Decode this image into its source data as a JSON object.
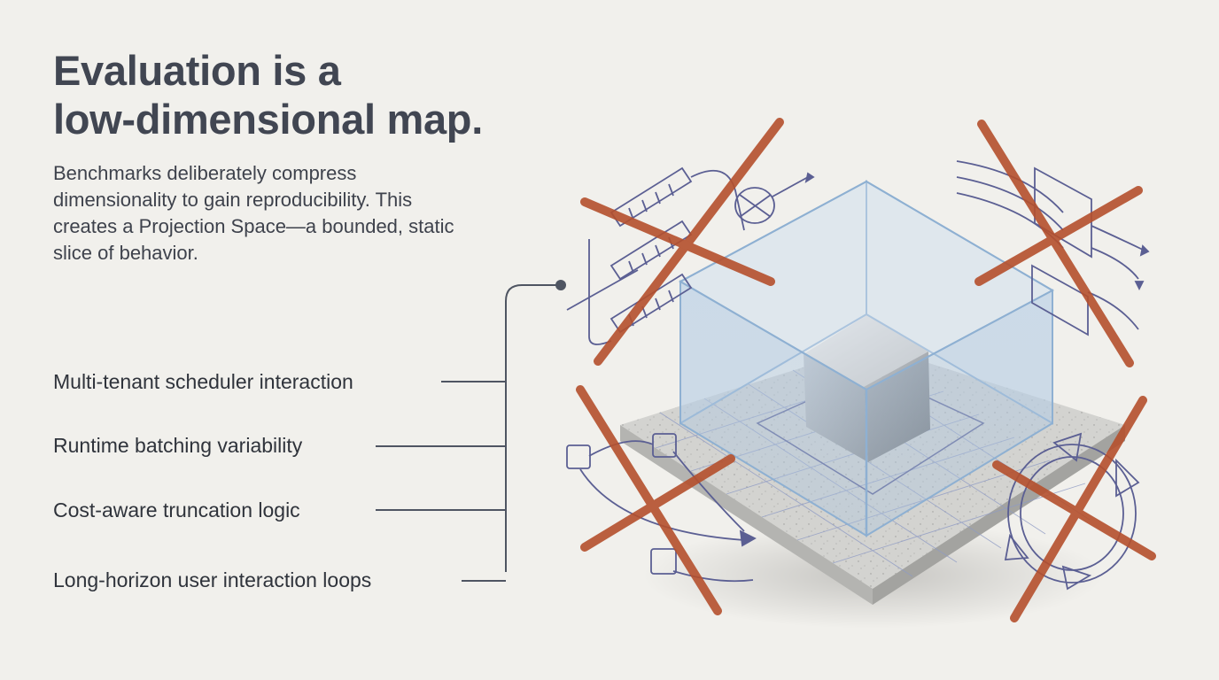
{
  "title": {
    "line1": "Evaluation is a",
    "line2": "low-dimensional map."
  },
  "subtitle": {
    "line1": "Benchmarks deliberately compress",
    "line2": "dimensionality to gain reproducibility. This",
    "line3": "creates a Projection Space—a bounded, static",
    "line4": "slice of behavior."
  },
  "factors": [
    "Multi-tenant scheduler interaction",
    "Runtime batching variability",
    "Cost-aware truncation logic",
    "Long-horizon user interaction loops"
  ],
  "colors": {
    "background": "#f1f0ec",
    "text": "#3b3f4a",
    "connector": "#4f5562",
    "glass_box": "#8eb0d2",
    "cross_mark": "#b5502d",
    "sketch_ink": "#5b5f93",
    "platform": "#cfcfcc"
  },
  "icons": {
    "cube": "metal-cube-icon",
    "crossed": "cross-mark-icon"
  }
}
